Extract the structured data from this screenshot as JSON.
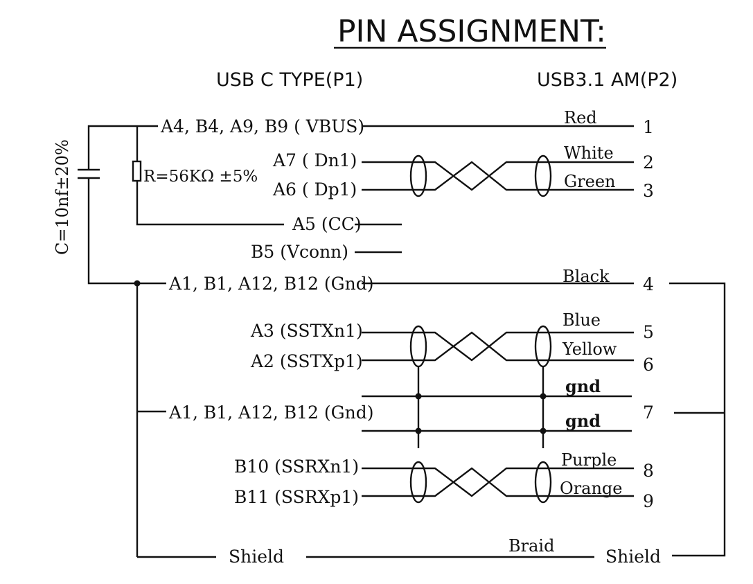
{
  "title": "PIN ASSIGNMENT:",
  "left_header": "USB C TYPE(P1)",
  "right_header": "USB3.1 AM(P2)",
  "capacitor_label": "C=10nf±20%",
  "resistor_label": "R=56KΩ ±5%",
  "signals": {
    "vbus": "A4, B4, A9, B9 ( VBUS)",
    "dn1": "A7 ( Dn1)",
    "dp1": "A6 ( Dp1)",
    "cc": "A5 (CC)",
    "vconn": "B5 (Vconn)",
    "gnd1": "A1, B1, A12, B12 (Gnd)",
    "sstxn1": "A3 (SSTXn1)",
    "sstxp1": "A2 (SSTXp1)",
    "gnd2": "A1, B1, A12, B12 (Gnd)",
    "ssrxn1": "B10 (SSRXn1)",
    "ssrxp1": "B11 (SSRXp1)",
    "shield_left": "Shield"
  },
  "wire_colors": {
    "red": "Red",
    "white": "White",
    "green": "Green",
    "black": "Black",
    "blue": "Blue",
    "yellow": "Yellow",
    "gnd_a": "gnd",
    "gnd_b": "gnd",
    "purple": "Purple",
    "orange": "Orange",
    "braid": "Braid"
  },
  "pins": {
    "p1": "1",
    "p2": "2",
    "p3": "3",
    "p4": "4",
    "p5": "5",
    "p6": "6",
    "p7": "7",
    "p8": "8",
    "p9": "9"
  },
  "shield_right": "Shield"
}
